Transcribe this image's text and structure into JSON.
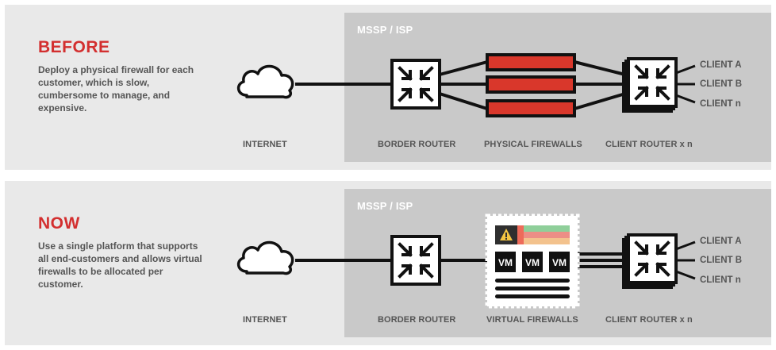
{
  "before": {
    "heading": "BEFORE",
    "description": "Deploy a physical firewall for each customer, which is slow, cumbersome to manage, and expensive.",
    "mssp_label": "MSSP / ISP",
    "captions": {
      "internet": "INTERNET",
      "border_router": "BORDER ROUTER",
      "firewalls": "PHYSICAL FIREWALLS",
      "client_router": "CLIENT ROUTER x n"
    },
    "clients": [
      "CLIENT A",
      "CLIENT B",
      "CLIENT n"
    ]
  },
  "now": {
    "heading": "NOW",
    "description": "Use a single platform that supports all end-customers and allows virtual firewalls to be allocated per customer.",
    "mssp_label": "MSSP / ISP",
    "captions": {
      "internet": "INTERNET",
      "border_router": "BORDER ROUTER",
      "firewalls": "VIRTUAL FIREWALLS",
      "client_router": "CLIENT ROUTER x n"
    },
    "clients": [
      "CLIENT A",
      "CLIENT B",
      "CLIENT n"
    ],
    "vm_labels": [
      "VM",
      "VM",
      "VM"
    ]
  },
  "colors": {
    "accent_red": "#d32f2f",
    "firewall_red": "#d9372b",
    "panel_bg": "#e9e9e9",
    "mssp_bg": "#c9c9c9",
    "text_gray": "#555555",
    "bar_green": "#8fcf9a",
    "bar_pink": "#ec8e86",
    "bar_orange": "#f3c28d",
    "bar_red": "#ee6b5a"
  },
  "icons": [
    "cloud-icon",
    "router-icon",
    "firewall-icon",
    "warning-icon",
    "vm-icon"
  ]
}
